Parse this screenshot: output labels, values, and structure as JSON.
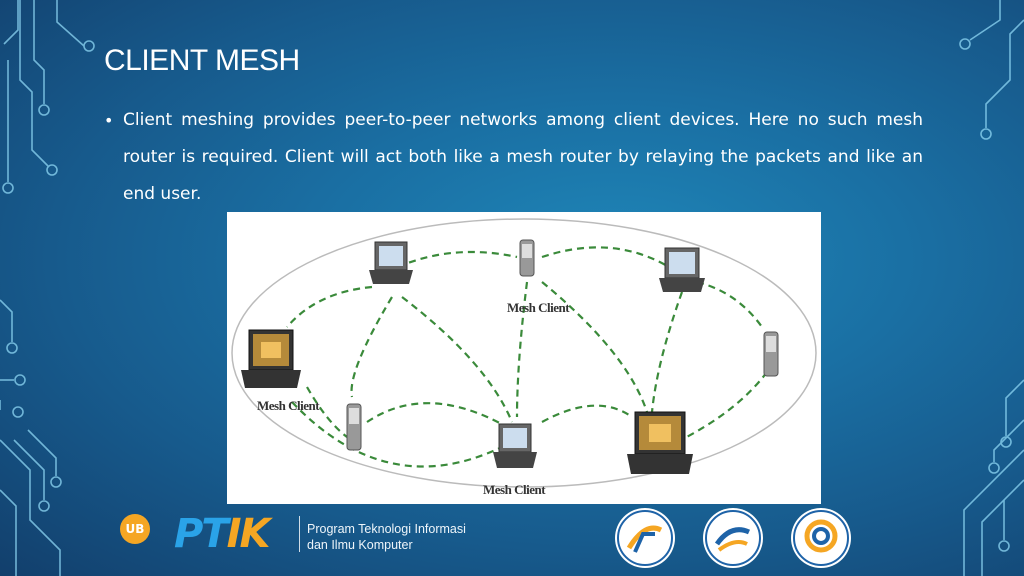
{
  "slide": {
    "title": "CLIENT MESH",
    "bullet": "Client meshing provides peer-to-peer networks among client devices. Here no such mesh router is required. Client will act both like a mesh router by relaying the packets and like an end user."
  },
  "diagram": {
    "labels": [
      "Mesh Client",
      "Mesh Client",
      "Mesh Client"
    ]
  },
  "footer": {
    "logo_text_part1": "PT",
    "logo_text_part2": "IK",
    "logo_badge": "UB",
    "line1": "Program Teknologi Informasi",
    "line2": "dan Ilmu Komputer"
  },
  "colors": {
    "background": "#1a6fa3",
    "circuit": "#7fd0f0",
    "logo_blue": "#2aa3e8",
    "logo_orange": "#f5a623"
  }
}
